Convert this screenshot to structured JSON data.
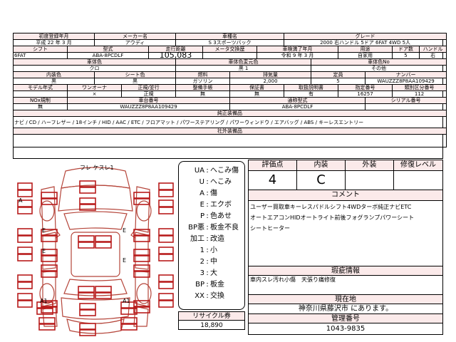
{
  "spec": {
    "row1": {
      "labels": [
        "初度登録年月",
        "メーカー名",
        "車種名",
        "グレード"
      ],
      "values": [
        "平成 22 年  3 月",
        "アウディ",
        "S 3スポーツバック",
        "2000 右ハンドル 5ドア 6FAT 4WD 5人"
      ]
    },
    "row2": {
      "labels": [
        "シフト",
        "型式",
        "走行距離",
        "メータ交換歴",
        "車検満了年月",
        "用途",
        "ドア数",
        "ハンドル"
      ],
      "values": [
        "6FAT",
        "ABA-8PCDLF",
        "105,083",
        "",
        "令和 9 年  3 月",
        "自家用",
        "5",
        "右"
      ]
    },
    "row3": {
      "labels": [
        "車体色",
        "車体色変元色",
        "車体色No"
      ],
      "values": [
        "クロ",
        "黒 1",
        "その他"
      ]
    },
    "row4": {
      "labels": [
        "内装色",
        "シート色",
        "燃料",
        "排気量",
        "定員",
        "ナンバー"
      ],
      "values": [
        "黒",
        "黒",
        "ガソリン",
        "2,000",
        "5",
        "WAUZZZ8P8AA109429"
      ]
    },
    "row5": {
      "labels": [
        "モデル年式",
        "ワンオーナ",
        "正規/並行",
        "整備手帳",
        "保証書",
        "取扱説明書",
        "指定番号",
        "類別区分番号"
      ],
      "values": [
        "",
        "×",
        "正規",
        "無",
        "無",
        "有",
        "16257",
        "112"
      ]
    },
    "row6": {
      "labels": [
        "NOx規制",
        "車台番号",
        "通称型式",
        "シリアル番号"
      ],
      "values": [
        "無",
        "WAUZZZ8P8AA109429",
        "ABA-8PCDLF",
        ""
      ]
    },
    "equipment_label": "純正装備品",
    "equipment_value": "ナビ / CD / ハーフレザー / 18インチ / HID / AAC / ETC / フロアマット / パワーステアリング / パワーウィンドウ / エアバッグ / ABS / キーレスエントリー",
    "outside_label": "社外装備品",
    "outside_value": ""
  },
  "diagram": {
    "top_note": "フレ ケスレ1",
    "marks": [
      "A",
      "E",
      "E",
      "E",
      "E",
      "A1",
      "A1"
    ]
  },
  "legend": [
    {
      "code": "UA",
      "meaning": "へこみ傷"
    },
    {
      "code": "U",
      "meaning": "へこみ"
    },
    {
      "code": "A",
      "meaning": "傷"
    },
    {
      "code": "E",
      "meaning": "エクボ"
    },
    {
      "code": "P",
      "meaning": "色あせ"
    },
    {
      "code": "BP悪",
      "meaning": "板金不良"
    },
    {
      "code": "加工",
      "meaning": "改造"
    },
    {
      "code": "1",
      "meaning": "小"
    },
    {
      "code": "2",
      "meaning": "中"
    },
    {
      "code": "3",
      "meaning": "大"
    },
    {
      "code": "BP",
      "meaning": "板金"
    },
    {
      "code": "XX",
      "meaning": "交換"
    }
  ],
  "recycle": {
    "label": "リサイクル券",
    "value": "18,890"
  },
  "evaluation": {
    "headers": [
      "評価点",
      "内装",
      "外装",
      "修復レベル"
    ],
    "values": [
      "4",
      "C",
      "",
      ""
    ]
  },
  "comment": {
    "label": "コメント",
    "lines": [
      "ユーザー買取車キーレスパドルシフト4WDターボ純正ナビETC",
      "オートエアコンHIDオートライト前後フォグランプパワーシート",
      "シートヒーター"
    ]
  },
  "defect": {
    "label": "瑕疵情報",
    "text": "車内スレ汚れ小傷　天張り痛修復"
  },
  "location": {
    "label": "現在地",
    "value": "神奈川県藤沢市 にあります。"
  },
  "management": {
    "label": "管理番号",
    "value": "1043-9835"
  },
  "colors": {
    "header_bg": "#fbeaea",
    "mark_red": "#b81c1c",
    "outline_red": "#b5453a"
  }
}
